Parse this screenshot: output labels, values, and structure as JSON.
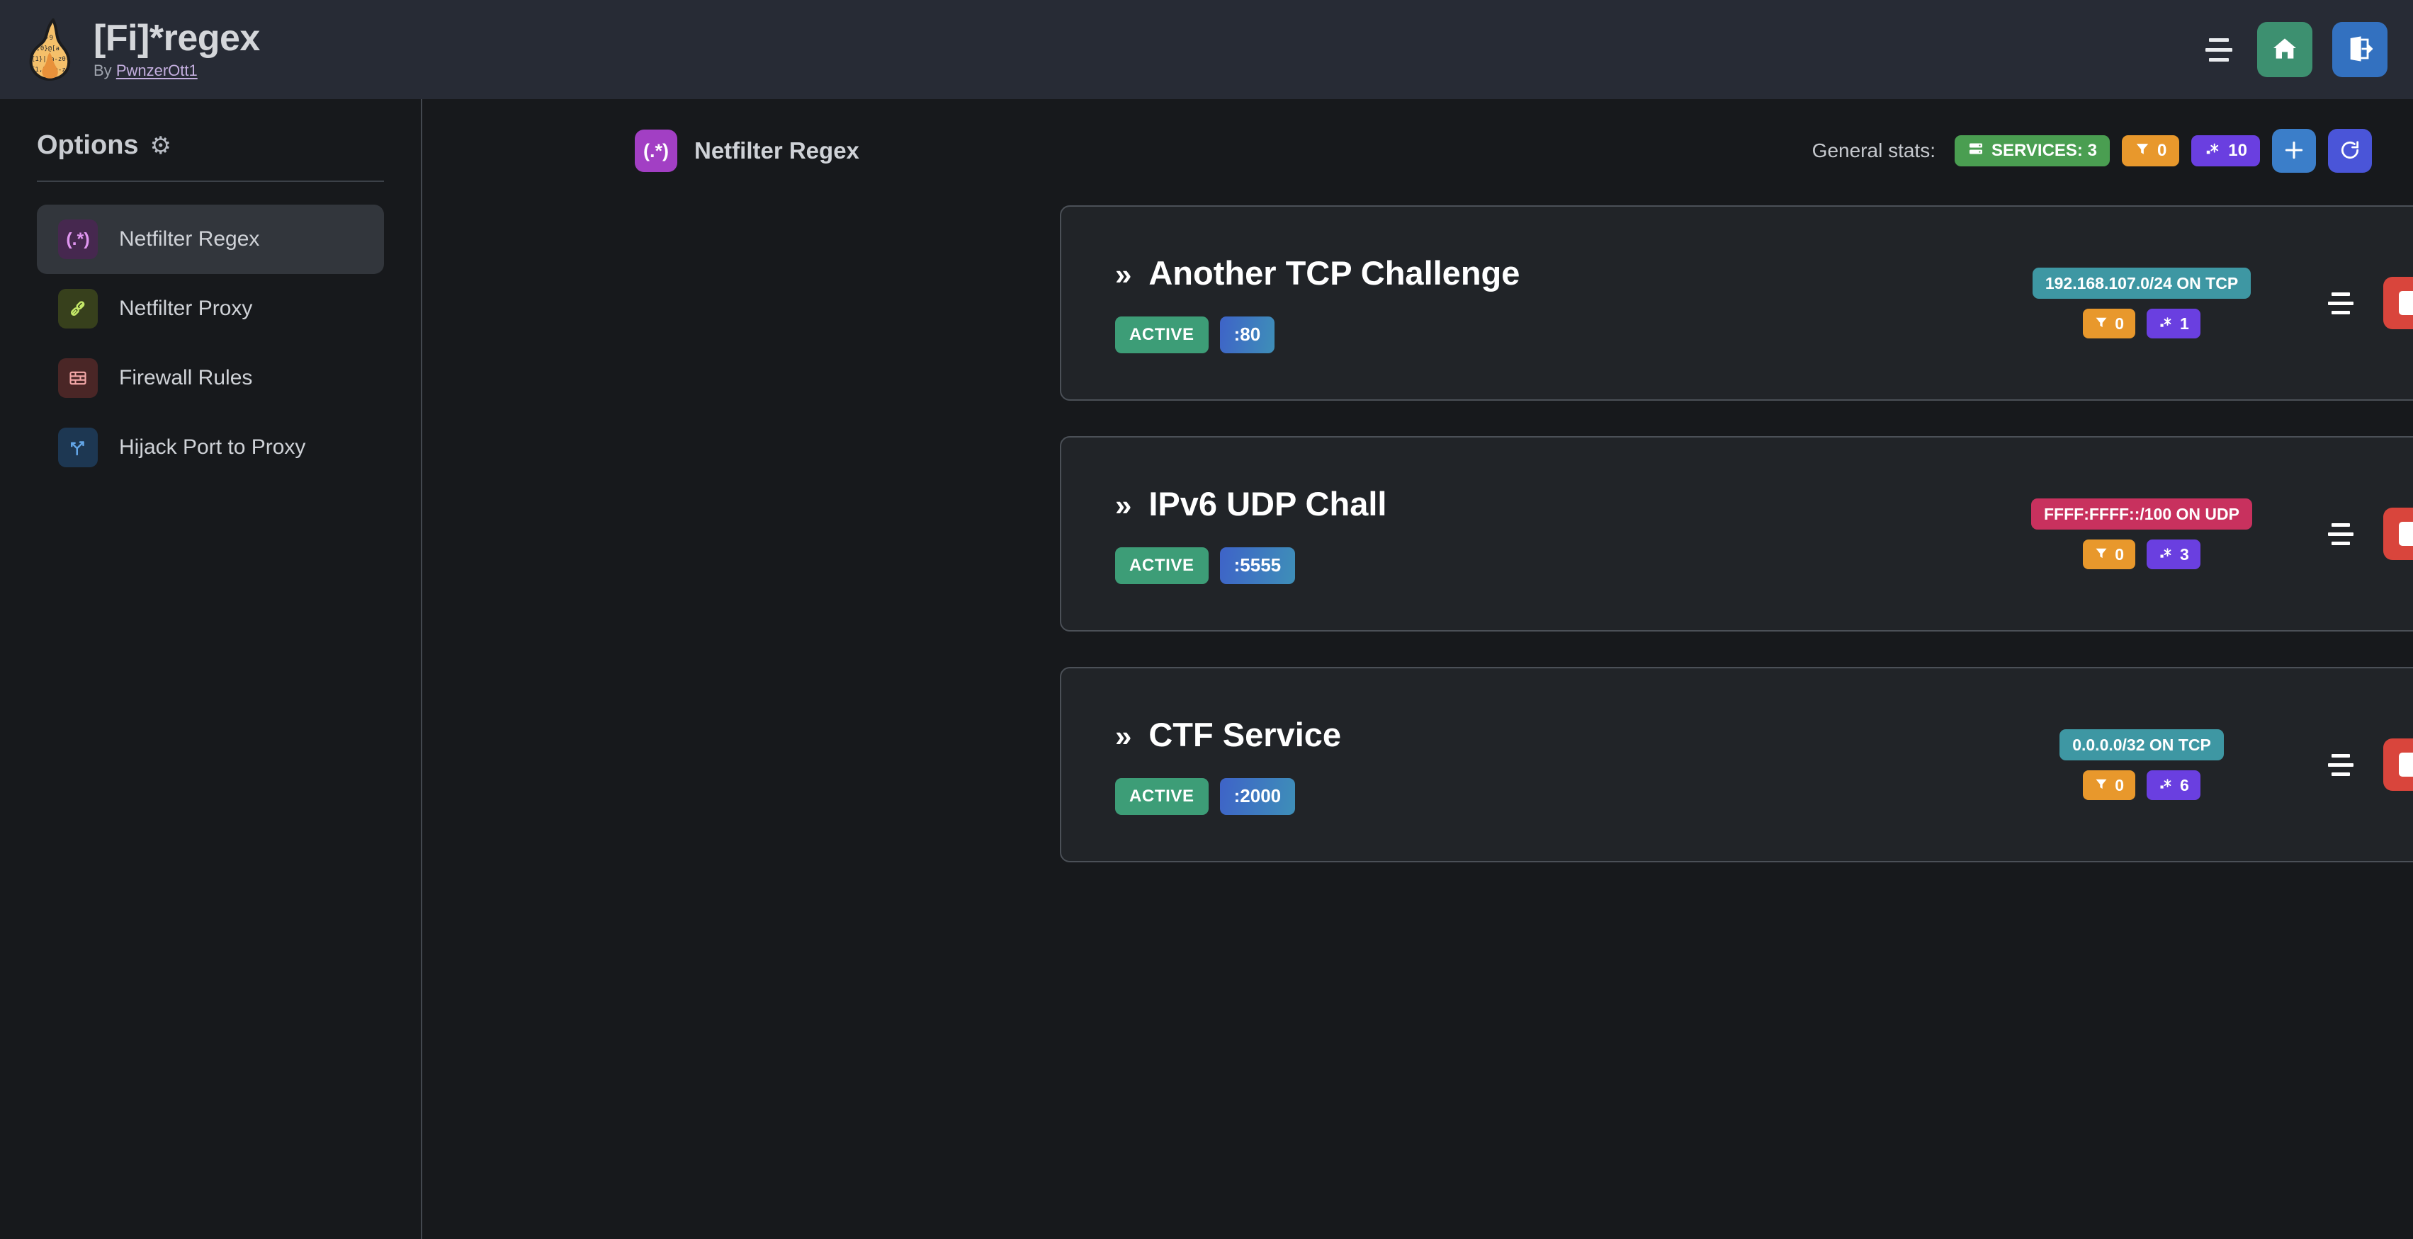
{
  "header": {
    "title": "[Fi]*regex",
    "by_prefix": "By",
    "author": "PwnzerOtt1",
    "logo_icon": "flame-regex-logo",
    "menu_icon": "hamburger-icon",
    "home_icon": "home-icon",
    "logout_icon": "logout-icon"
  },
  "sidebar": {
    "title": "Options",
    "gear": "⚙",
    "items": [
      {
        "label": "Netfilter Regex",
        "icon_glyph": "(.*)",
        "icon_name": "regex-icon",
        "active": true
      },
      {
        "label": "Netfilter Proxy",
        "icon_glyph": "⚯",
        "icon_name": "plug-icon",
        "active": false
      },
      {
        "label": "Firewall Rules",
        "icon_glyph": "▦",
        "icon_name": "brick-wall-icon",
        "active": false
      },
      {
        "label": "Hijack Port to Proxy",
        "icon_glyph": "⤴",
        "icon_name": "route-fork-icon",
        "active": false
      }
    ]
  },
  "main": {
    "page_icon_glyph": "(.*)",
    "page_title": "Netfilter Regex",
    "stats_label": "General stats:",
    "stats": {
      "services_label": "SERVICES: 3",
      "services_icon": "server-icon",
      "filters_count": "0",
      "filters_icon": "filter-icon",
      "regexes_count": "10",
      "regexes_icon": "regex-dot-star-icon",
      "add_label": "+",
      "refresh_label": "↻"
    },
    "cards": [
      {
        "name": "Another TCP Challenge",
        "chevron": "»",
        "status": "ACTIVE",
        "port": ":80",
        "network": "192.168.107.0/24 ON TCP",
        "network_kind": "tcp",
        "filters_count": "0",
        "regexes_count": "1",
        "stop_icon": "stop-icon",
        "play_icon": "play-icon",
        "menu_icon": "lines-menu-icon",
        "detail_icon": "chevron-right-icon"
      },
      {
        "name": "IPv6 UDP Chall",
        "chevron": "»",
        "status": "ACTIVE",
        "port": ":5555",
        "network": "FFFF:FFFF::/100 ON UDP",
        "network_kind": "udp",
        "filters_count": "0",
        "regexes_count": "3",
        "stop_icon": "stop-icon",
        "play_icon": "play-icon",
        "menu_icon": "lines-menu-icon",
        "detail_icon": "chevron-right-icon"
      },
      {
        "name": "CTF Service",
        "chevron": "»",
        "status": "ACTIVE",
        "port": ":2000",
        "network": "0.0.0.0/32 ON TCP",
        "network_kind": "tcp",
        "filters_count": "0",
        "regexes_count": "6",
        "stop_icon": "stop-icon",
        "play_icon": "play-icon",
        "menu_icon": "lines-menu-icon",
        "detail_icon": "chevron-right-icon"
      }
    ]
  },
  "colors": {
    "topbar_bg": "#272b35",
    "page_bg": "#17191c",
    "card_bg": "#212428",
    "card_border": "#4b5057",
    "accent_purple": "#a23fc4",
    "status_green": "#3d9d77",
    "stop_red": "#d9453c",
    "filter_orange": "#e8982c",
    "regex_purple": "#6a3fe0",
    "tcp_teal": "#3e97a3",
    "udp_crimson": "#c8315e",
    "home_green": "#3d9070",
    "logout_blue": "#3371c0"
  }
}
